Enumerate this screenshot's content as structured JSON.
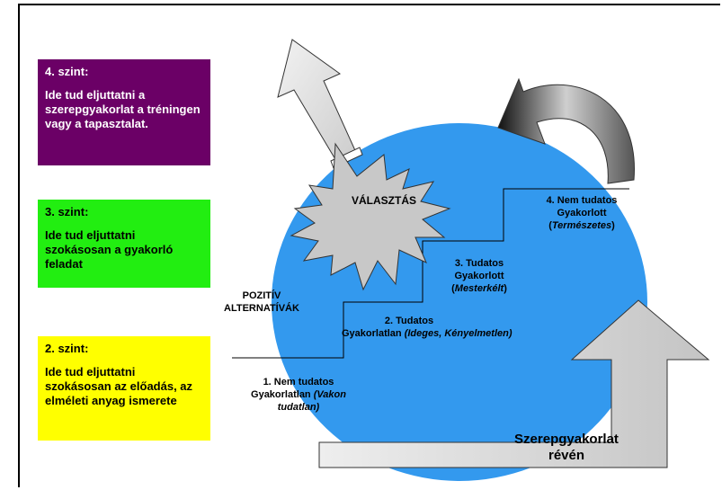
{
  "levels": [
    {
      "title": "4. szint:",
      "description": "Ide tud eljuttatni a szerepgyakorlat a tréningen vagy a tapasztalat.",
      "color": "#6b0066"
    },
    {
      "title": "3. szint:",
      "description": "Ide tud eljuttatni szokásosan a gyakorló feladat",
      "color": "#22ee11"
    },
    {
      "title": "2. szint:",
      "description": "Ide tud eljuttatni szokásosan az előadás, az elméleti anyag ismerete",
      "color": "#ffff00"
    }
  ],
  "diagram": {
    "pozitiv": "POZITÍV ALTERNATÍVÁK",
    "valasztas": "VÁLASZTÁS",
    "steps": [
      {
        "line1": "1. Nem tudatos",
        "line2": "Gyakorlatlan",
        "italic": "(Vakon tudatlan)"
      },
      {
        "line1": "2. Tudatos",
        "line2": "Gyakorlatlan",
        "italic": "(Ideges, Kényelmetlen)"
      },
      {
        "line1": "3. Tudatos",
        "line2": "Gyakorlott",
        "italic_open": "(",
        "italic": "Mesterkélt",
        "italic_close": ")"
      },
      {
        "line1": "4. Nem tudatos",
        "line2": "Gyakorlott",
        "italic_open": "(",
        "italic": "Természetes",
        "italic_close": ")"
      }
    ],
    "szerep_line1": "Szerepgyakorlat",
    "szerep_line2": "révén",
    "colors": {
      "circle": "#3399ee",
      "burst": "#c8c8c8",
      "arrow": "#d0d0d0"
    }
  }
}
